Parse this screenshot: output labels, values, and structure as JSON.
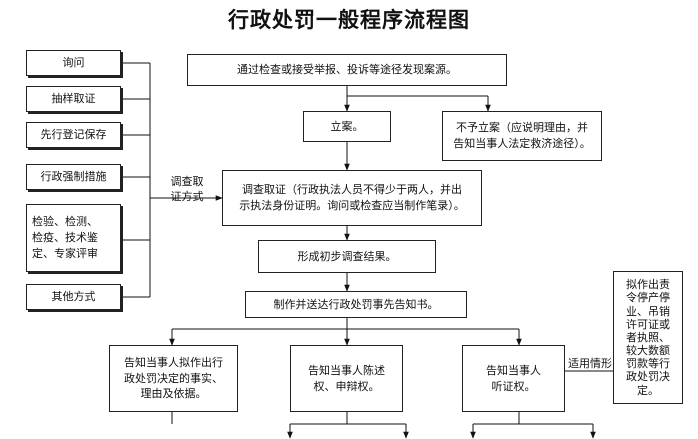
{
  "title": "行政处罚一般程序流程图",
  "methods": [
    "询问",
    "抽样取证",
    "先行登记保存",
    "行政强制措施",
    "检验、检测、\n检疫、技术鉴\n定、专家评审",
    "其他方式"
  ],
  "method_label": "调查取\n证方式",
  "source": "通过检查或接受举报、投诉等途径发现案源。",
  "filing": "立案。",
  "no_filing": "不予立案（应说明理由，并\n告知当事人法定救济途径）。",
  "investigation": "调查取证（行政执法人员不得少于两人，并出\n示执法身份证明。询问或检查应当制作笔录）。",
  "preliminary_result": "形成初步调查结果。",
  "pre_notice": "制作并送达行政处罚事先告知书。",
  "notify_facts": "告知当事人拟作出行\n政处罚决定的事实、\n理由及依据。",
  "notify_defense": "告知当事人陈述\n权、申辩权。",
  "notify_hearing": "告知当事人\n听证权。",
  "hearing_label": "适用情形",
  "hearing_cases": "拟作出责\n令停产停\n业、吊销\n许可证或\n者执照、\n较大数额\n罚款等行\n政处罚决\n定。"
}
